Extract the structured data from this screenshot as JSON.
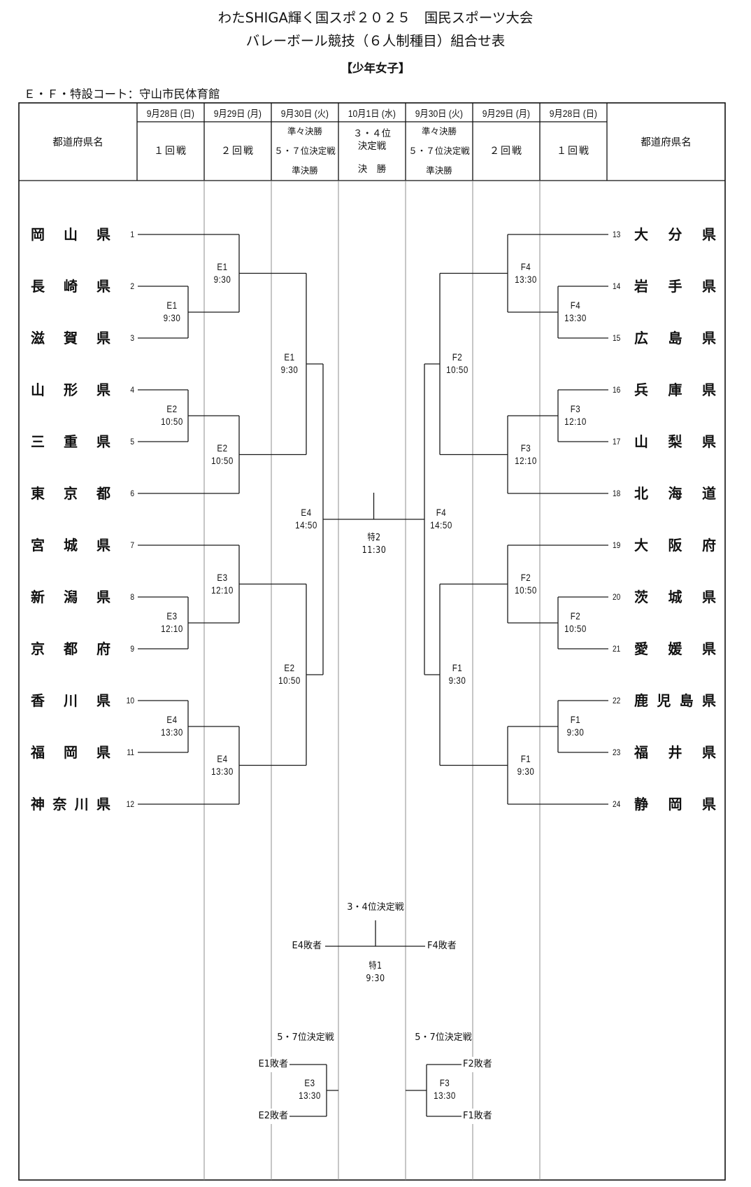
{
  "title": {
    "line1": "わたSHIGA輝く国スポ２０２５　国民スポーツ大会",
    "line2": "バレーボール競技（６人制種目）組合せ表",
    "category": "【少年女子】"
  },
  "venue": "Ｅ・Ｆ・特設コート：守山市民体育館",
  "header": {
    "name_col_left": "都道府県名",
    "name_col_right": "都道府県名",
    "columns": [
      {
        "date": "9月28日 (日)",
        "rounds": [
          "１回戦"
        ]
      },
      {
        "date": "9月29日 (月)",
        "rounds": [
          "２回戦"
        ]
      },
      {
        "date": "9月30日 (火)",
        "rounds": [
          "準々決勝",
          "５・７位決定戦",
          "準決勝"
        ]
      },
      {
        "date": "10月1日 (水)",
        "rounds": [
          "３・４位\n決定戦",
          "決　勝"
        ]
      },
      {
        "date": "9月30日 (火)",
        "rounds": [
          "準々決勝",
          "５・７位決定戦",
          "準決勝"
        ]
      },
      {
        "date": "9月29日 (月)",
        "rounds": [
          "２回戦"
        ]
      },
      {
        "date": "9月28日 (日)",
        "rounds": [
          "１回戦"
        ]
      }
    ]
  },
  "bracket": {
    "left": {
      "teams": [
        {
          "seed": "1",
          "name": "岡山県"
        },
        {
          "seed": "2",
          "name": "長崎県"
        },
        {
          "seed": "3",
          "name": "滋賀県"
        },
        {
          "seed": "4",
          "name": "山形県"
        },
        {
          "seed": "5",
          "name": "三重県"
        },
        {
          "seed": "6",
          "name": "東京都"
        },
        {
          "seed": "7",
          "name": "宮城県"
        },
        {
          "seed": "8",
          "name": "新潟県"
        },
        {
          "seed": "9",
          "name": "京都府"
        },
        {
          "seed": "10",
          "name": "香川県"
        },
        {
          "seed": "11",
          "name": "福岡県"
        },
        {
          "seed": "12",
          "name": "神奈川県"
        }
      ],
      "matches": [
        {
          "id": "r1a",
          "round": 1,
          "code": "E1",
          "time": "9:30",
          "from": [
            "2",
            "3"
          ]
        },
        {
          "id": "r1b",
          "round": 1,
          "code": "E2",
          "time": "10:50",
          "from": [
            "4",
            "5"
          ]
        },
        {
          "id": "r1c",
          "round": 1,
          "code": "E3",
          "time": "12:10",
          "from": [
            "8",
            "9"
          ]
        },
        {
          "id": "r1d",
          "round": 1,
          "code": "E4",
          "time": "13:30",
          "from": [
            "10",
            "11"
          ]
        },
        {
          "id": "r2a",
          "round": 2,
          "code": "E1",
          "time": "9:30",
          "from": [
            "1",
            "#r1a"
          ]
        },
        {
          "id": "r2b",
          "round": 2,
          "code": "E2",
          "time": "10:50",
          "from": [
            "#r1b",
            "6"
          ]
        },
        {
          "id": "r2c",
          "round": 2,
          "code": "E3",
          "time": "12:10",
          "from": [
            "7",
            "#r1c"
          ]
        },
        {
          "id": "r2d",
          "round": 2,
          "code": "E4",
          "time": "13:30",
          "from": [
            "#r1d",
            "12"
          ]
        },
        {
          "id": "qfa",
          "round": 3,
          "code": "E1",
          "time": "9:30",
          "from": [
            "#r2a",
            "#r2b"
          ]
        },
        {
          "id": "qfb",
          "round": 3,
          "code": "E2",
          "time": "10:50",
          "from": [
            "#r2c",
            "#r2d"
          ]
        },
        {
          "id": "sf",
          "round": 4,
          "code": "E4",
          "time": "14:50",
          "from": [
            "#qfa",
            "#qfb"
          ]
        }
      ]
    },
    "right": {
      "teams": [
        {
          "seed": "13",
          "name": "大分県"
        },
        {
          "seed": "14",
          "name": "岩手県"
        },
        {
          "seed": "15",
          "name": "広島県"
        },
        {
          "seed": "16",
          "name": "兵庫県"
        },
        {
          "seed": "17",
          "name": "山梨県"
        },
        {
          "seed": "18",
          "name": "北海道"
        },
        {
          "seed": "19",
          "name": "大阪府"
        },
        {
          "seed": "20",
          "name": "茨城県"
        },
        {
          "seed": "21",
          "name": "愛媛県"
        },
        {
          "seed": "22",
          "name": "鹿児島県"
        },
        {
          "seed": "23",
          "name": "福井県"
        },
        {
          "seed": "24",
          "name": "静岡県"
        }
      ],
      "matches": [
        {
          "id": "r1a",
          "round": 1,
          "code": "F4",
          "time": "13:30",
          "from": [
            "14",
            "15"
          ]
        },
        {
          "id": "r1b",
          "round": 1,
          "code": "F3",
          "time": "12:10",
          "from": [
            "16",
            "17"
          ]
        },
        {
          "id": "r1c",
          "round": 1,
          "code": "F2",
          "time": "10:50",
          "from": [
            "20",
            "21"
          ]
        },
        {
          "id": "r1d",
          "round": 1,
          "code": "F1",
          "time": "9:30",
          "from": [
            "22",
            "23"
          ]
        },
        {
          "id": "r2a",
          "round": 2,
          "code": "F4",
          "time": "13:30",
          "from": [
            "13",
            "#r1a"
          ]
        },
        {
          "id": "r2b",
          "round": 2,
          "code": "F3",
          "time": "12:10",
          "from": [
            "#r1b",
            "18"
          ]
        },
        {
          "id": "r2c",
          "round": 2,
          "code": "F2",
          "time": "10:50",
          "from": [
            "19",
            "#r1c"
          ]
        },
        {
          "id": "r2d",
          "round": 2,
          "code": "F1",
          "time": "9:30",
          "from": [
            "#r1d",
            "24"
          ]
        },
        {
          "id": "qfa",
          "round": 3,
          "code": "F2",
          "time": "10:50",
          "from": [
            "#r2a",
            "#r2b"
          ]
        },
        {
          "id": "qfb",
          "round": 3,
          "code": "F1",
          "time": "9:30",
          "from": [
            "#r2c",
            "#r2d"
          ]
        },
        {
          "id": "sf",
          "round": 4,
          "code": "F4",
          "time": "14:50",
          "from": [
            "#qfa",
            "#qfb"
          ]
        }
      ]
    },
    "final": {
      "code": "特2",
      "time": "11:30"
    }
  },
  "third_place": {
    "title": "3・4位決定戦",
    "left": "E4敗者",
    "right": "F4敗者",
    "code": "特1",
    "time": "9:30"
  },
  "fifth_seventh": {
    "left": {
      "title": "5・7位決定戦",
      "top": "E1敗者",
      "bottom": "E2敗者",
      "code": "E3",
      "time": "13:30"
    },
    "right": {
      "title": "5・7位決定戦",
      "top": "F2敗者",
      "bottom": "F1敗者",
      "code": "F3",
      "time": "13:30"
    }
  }
}
